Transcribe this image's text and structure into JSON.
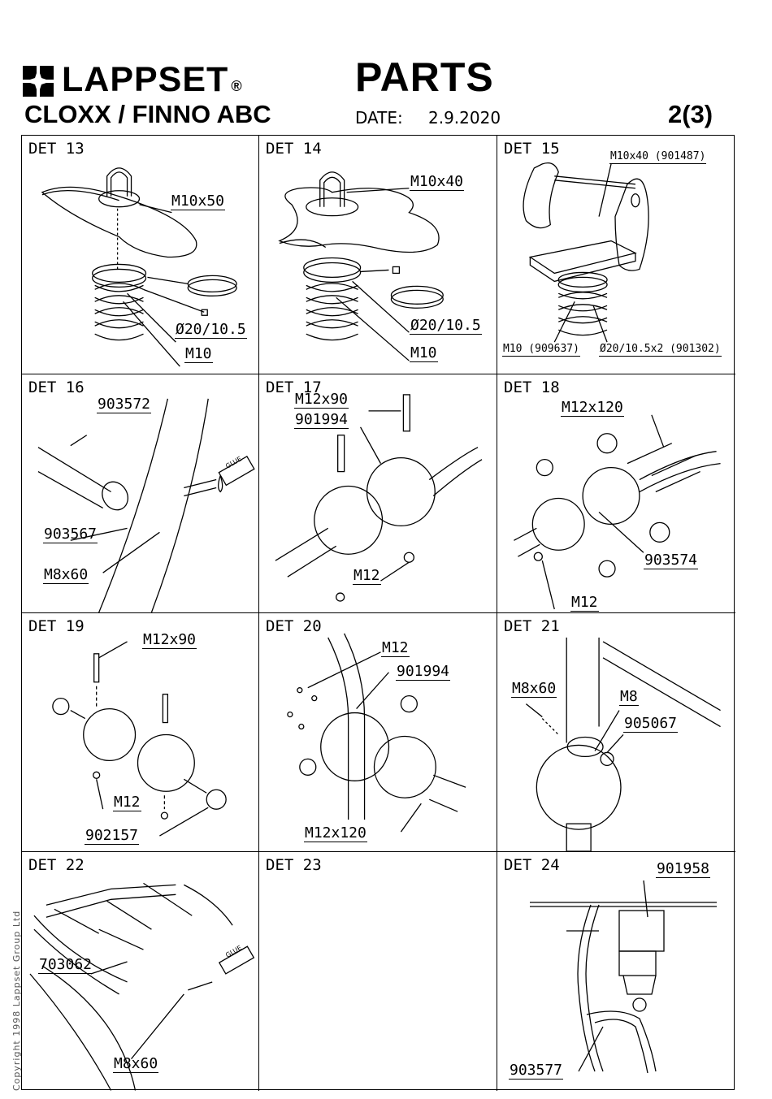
{
  "header": {
    "brand": "LAPPSET",
    "registered_mark": "®",
    "title": "PARTS",
    "product": "CLOXX / FINNO ABC",
    "date_label": "DATE:",
    "date_value": "2.9.2020",
    "page": "2(3)"
  },
  "details": [
    {
      "det": "DET 13",
      "labels": [
        "M10x50",
        "Ø20/10.5",
        "M10"
      ]
    },
    {
      "det": "DET 14",
      "labels": [
        "M10x40",
        "Ø20/10.5",
        "M10"
      ]
    },
    {
      "det": "DET 15",
      "labels": [
        "M10x40 (901487)",
        "M10 (909637)",
        "Ø20/10.5x2 (901302)"
      ]
    },
    {
      "det": "DET 16",
      "labels": [
        "903572",
        "903567",
        "M8x60"
      ],
      "glue": "GLUE"
    },
    {
      "det": "DET 17",
      "labels": [
        "M12x90",
        "901994",
        "M12"
      ]
    },
    {
      "det": "DET 18",
      "labels": [
        "M12x120",
        "903574",
        "M12"
      ]
    },
    {
      "det": "DET 19",
      "labels": [
        "M12x90",
        "M12",
        "902157"
      ]
    },
    {
      "det": "DET 20",
      "labels": [
        "M12",
        "901994",
        "M12x120"
      ]
    },
    {
      "det": "DET 21",
      "labels": [
        "M8x60",
        "M8",
        "905067"
      ]
    },
    {
      "det": "DET 22",
      "labels": [
        "703062",
        "M8x60"
      ],
      "glue": "GLUE"
    },
    {
      "det": "DET 23",
      "labels": []
    },
    {
      "det": "DET 24",
      "labels": [
        "901958",
        "903577"
      ]
    }
  ],
  "copyright": "Copyright 1998 Lappset Group Ltd"
}
